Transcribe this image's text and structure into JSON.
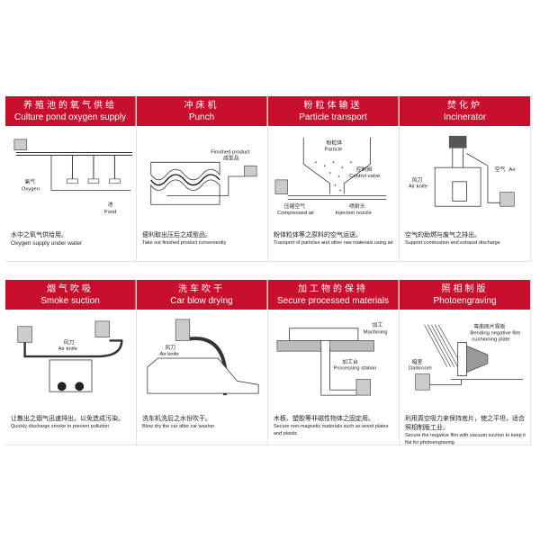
{
  "colors": {
    "header_red": "#c8102e",
    "header_text": "#ffffff",
    "border": "#e4e4e4"
  },
  "cards": [
    {
      "title_zh": "养殖池的氧气供给",
      "title_en": "Culture pond oxygen supply",
      "labels": {
        "oxygen_zh": "氧气",
        "oxygen_en": "Oxygen",
        "pond_zh": "池",
        "pond_en": "Pond"
      },
      "desc_zh": "水中之氧气供给用。",
      "desc_en": "Oxygen supply under water"
    },
    {
      "title_zh": "冲床机",
      "title_en": "Punch",
      "labels": {
        "product_en": "Finished product",
        "product_zh": "成型品"
      },
      "desc_zh": "便利取出压后之成型品。",
      "desc_en": "Take out finished product conveniently"
    },
    {
      "title_zh": "粉粒体输送",
      "title_en": "Particle transport",
      "labels": {
        "particle_zh": "粉粒体",
        "particle_en": "Particle",
        "valve_zh": "控制阀",
        "valve_en": "Control valve",
        "air_zh": "压缩空气",
        "air_en": "Compressed air",
        "nozzle_zh": "喷射头",
        "nozzle_en": "Injection nozzle"
      },
      "desc_zh": "粉体粒体等之原料的空气运送。",
      "desc_en": "Transport of particles and other raw materials using air"
    },
    {
      "title_zh": "焚化炉",
      "title_en": "Incinerator",
      "labels": {
        "air_zh": "空气",
        "air_en": "Air",
        "knife_zh": "风刀",
        "knife_en": "Air knife"
      },
      "desc_zh": "空气的助燃与废气之排出。",
      "desc_en": "Support combustion and exhaust discharge"
    },
    {
      "title_zh": "烟气吹吸",
      "title_en": "Smoke suction",
      "labels": {
        "knife_zh": "风刀",
        "knife_en": "Air knife"
      },
      "desc_zh": "让散出之烟气迅速排出，以免造成污染。",
      "desc_en": "Quickly discharge smoke to prevent pollution"
    },
    {
      "title_zh": "洗车吹干",
      "title_en": "Car blow drying",
      "labels": {
        "knife_zh": "风刀",
        "knife_en": "Air knife"
      },
      "desc_zh": "洗车机洗后之水份吹干。",
      "desc_en": "Blow dry the car after car washer"
    },
    {
      "title_zh": "加工物的保持",
      "title_en": "Secure processed materials",
      "labels": {
        "machining_zh": "加工",
        "machining_en": "Machining",
        "station_zh": "加工台",
        "station_en": "Processing station"
      },
      "desc_zh": "木板、塑胶等非磁性物体之固定用。",
      "desc_en": "Secure non-magnetic materials such as wood plates and plastic"
    },
    {
      "title_zh": "照相制版",
      "title_en": "Photoengraving",
      "labels": {
        "plate_zh": "弯曲底片靠板",
        "plate_en1": "Bending negative film",
        "plate_en2": "cushioning plate",
        "dark_zh": "暗室",
        "dark_en": "Darkroom"
      },
      "desc_zh": "利用真空吸力来保持底片，使之平坦，适合照相制版工业。",
      "desc_en": "Secure the negative film with vacuum suction to keep it flat for photoengraving."
    }
  ]
}
